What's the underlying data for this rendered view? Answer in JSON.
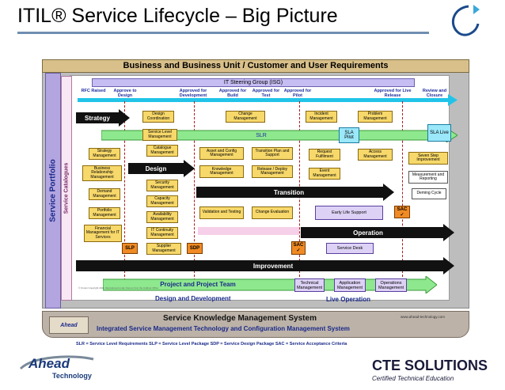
{
  "title": "ITIL® Service Lifecycle – Big Picture",
  "header_bar": "Business and Business Unit / Customer and User Requirements",
  "isg": "IT Steering Group (ISG)",
  "service_portfolio": "Service Portfolio",
  "service_catalogues": "Service Catalogues",
  "milestones": [
    {
      "label": "RFC Raised"
    },
    {
      "label": "Approve to Design"
    },
    {
      "label": "Approved for Development"
    },
    {
      "label": "Approved for Build"
    },
    {
      "label": "Approved for Test"
    },
    {
      "label": "Approved for Pilot"
    },
    {
      "label": "Approved for Live Release"
    },
    {
      "label": "Review and Closure"
    }
  ],
  "stages": {
    "strategy": "Strategy",
    "design": "Design",
    "transition": "Transition",
    "operation": "Operation",
    "improvement": "Improvement"
  },
  "slr": "SLR",
  "sla_pilot": "SLA Pilot",
  "sla_live": "SLA Live",
  "markers": {
    "slp": "SLP",
    "sdp": "SDP",
    "sac1": "SAC ✓",
    "sac2": "SAC ✓"
  },
  "processes": {
    "design_coordination": "Design Coordination",
    "change_management": "Change Management",
    "incident_management": "Incident Management",
    "problem_management": "Problem Management",
    "service_level_management": "Service Level Management",
    "catalogue_management": "Catalogue Management",
    "asset_config": "Asset and Config Management",
    "transition_plan": "Transition Plan and Support",
    "request_fulfilment": "Request Fulfilment",
    "access_management": "Access Management",
    "seven_step": "Seven Step Improvement",
    "strategy_management": "Strategy Management",
    "business_relationship": "Business Relationship Management",
    "knowledge_management": "Knowledge Management",
    "release_deploy": "Release / Deploy Management",
    "event_management": "Event Management",
    "measurement_reporting": "Measurement and Reporting",
    "security_management": "Security Management",
    "demand_management": "Demand Management",
    "capacity_management": "Capacity Management",
    "deming_cycle": "Deming Cycle",
    "portfolio_management": "Portfolio Management",
    "availability_management": "Availability Management",
    "validation_testing": "Validation and Testing",
    "change_evaluation": "Change Evaluation",
    "early_life_support": "Early Life Support",
    "financial_management": "Financial Management for IT Services",
    "it_continuity": "IT Continuity Management",
    "supplier_management": "Supplier Management",
    "service_desk": "Service Desk",
    "technical_management": "Technical Management",
    "application_management": "Application Management",
    "operations_management": "Operations Management"
  },
  "project_team": "Project and Project Team",
  "design_development": "Design and Development",
  "live_operation": "Live Operation",
  "skms_title": "Service Knowledge Management System",
  "skms_sub": "Integrated Service Management Technology and Configuration Management System",
  "website": "www.ahead-technology.com",
  "abbreviations": "SLR = Service Level Requirements   SLP = Service Level Package   SDP = Service Design Package   SAC = Service Acceptance Criteria",
  "legal": "© Crown Copyright 2011. Reproduced under licence from the Cabinet Office",
  "ahead_logo": {
    "line1": "Ahead",
    "line2": "Technology"
  },
  "cte_logo": {
    "name": "CTE SOLUTIONS",
    "tagline": "Certified Technical Education"
  },
  "colors": {
    "strategy": "#111111",
    "slr": "#7de07d",
    "transition": "#111111",
    "improvement": "#111111",
    "process": "#f7d86a",
    "portfolio": "#b3a5e0",
    "skms": "#bcb2a8",
    "cyan": "#21c4e8"
  }
}
